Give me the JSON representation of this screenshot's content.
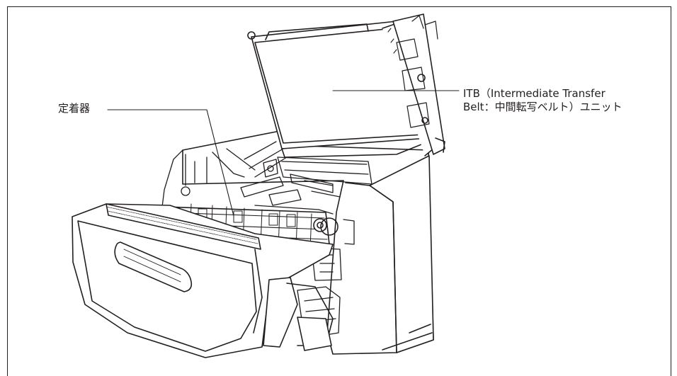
{
  "callouts": {
    "fuser": "定着器",
    "itb_line1": "ITB（Intermediate Transfer",
    "itb_line2": "Belt：中間転写ベルト）ユニット"
  },
  "colors": {
    "line": "#231f20",
    "background": "#ffffff"
  }
}
